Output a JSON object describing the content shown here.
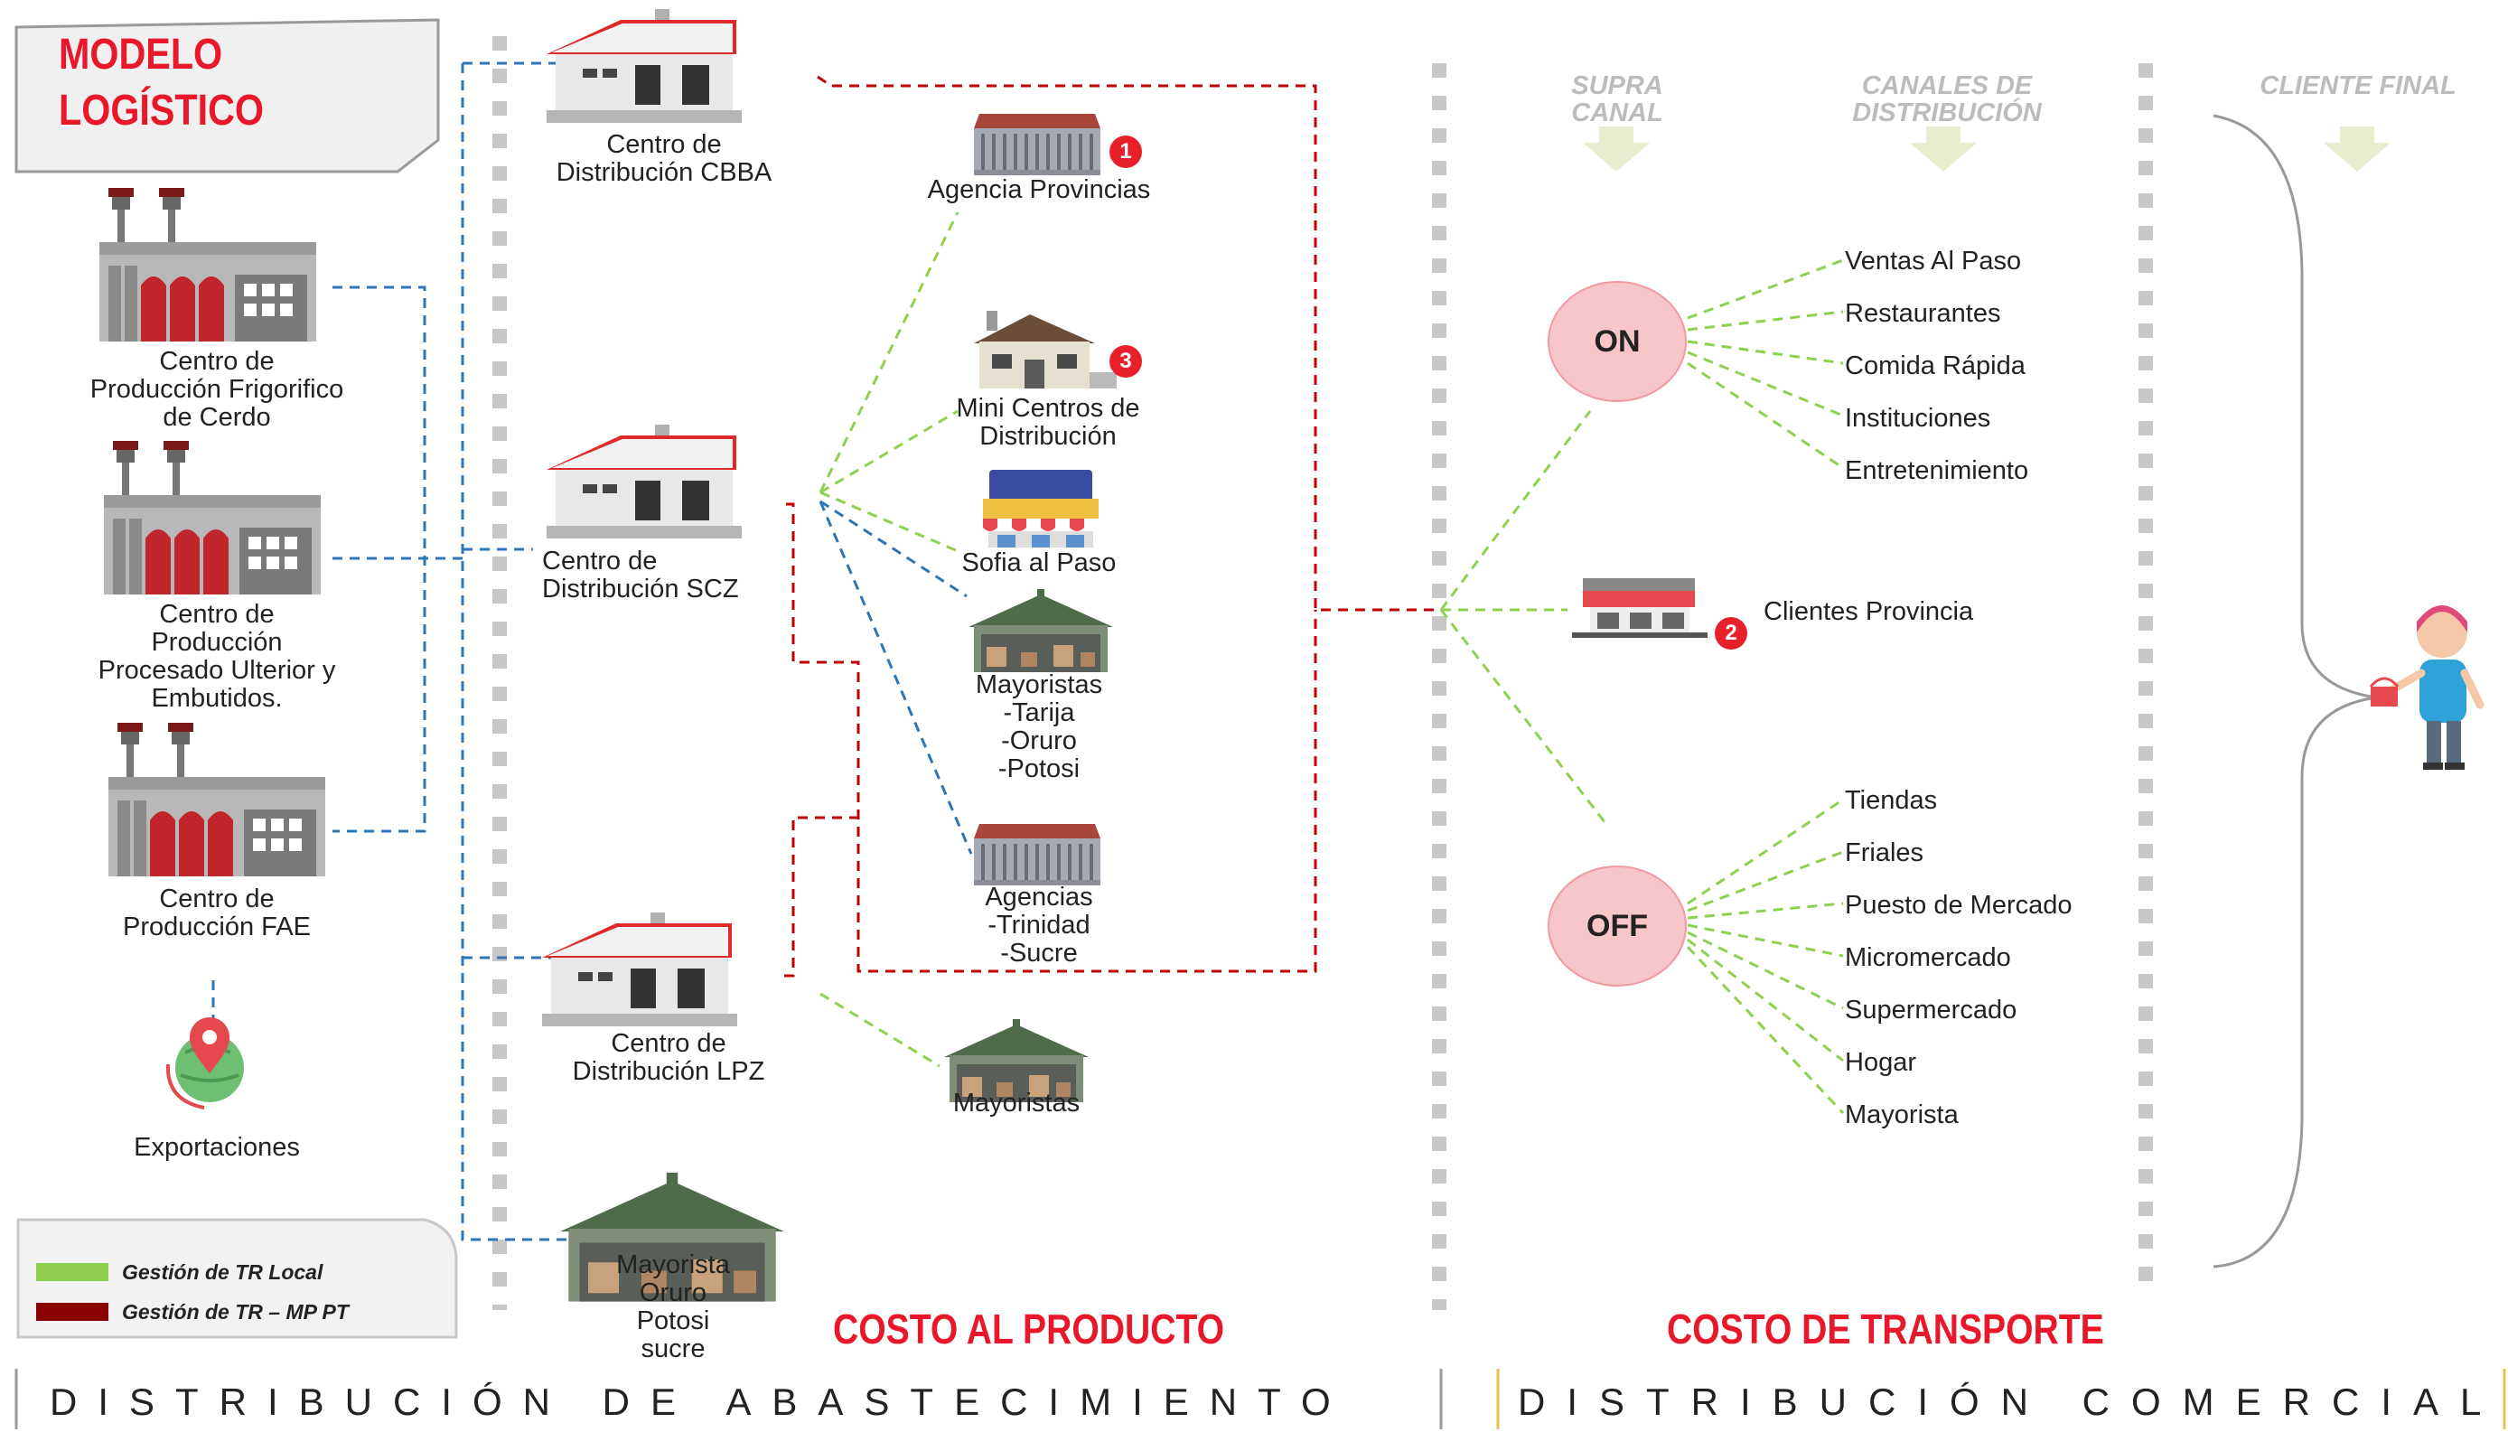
{
  "title": {
    "line1": "MODELO",
    "line2": "LOGÍSTICO"
  },
  "production": [
    {
      "lines": [
        "Centro de",
        "Producción Frigorifico",
        "de Cerdo"
      ]
    },
    {
      "lines": [
        "Centro de",
        "Producción",
        "Procesado Ulterior y",
        "Embutidos."
      ]
    },
    {
      "lines": [
        "Centro de",
        "Producción FAE"
      ]
    }
  ],
  "exportaciones": "Exportaciones",
  "legend": {
    "local": "Gestión de TR Local",
    "mppt": "Gestión de TR – MP PT"
  },
  "distribution_centers": {
    "cbba": [
      "Centro de",
      "Distribución CBBA"
    ],
    "scz": [
      "Centro de",
      "Distribución SCZ"
    ],
    "lpz": [
      "Centro de",
      "Distribución LPZ"
    ]
  },
  "mayorista_bottom": [
    "Mayorista",
    "Oruro",
    "Potosi",
    "sucre"
  ],
  "mid": {
    "agencia_provincias": "Agencia Provincias",
    "mini_centros": [
      "Mini Centros de",
      "Distribución"
    ],
    "sofia": "Sofia al Paso",
    "mayoristas_list": [
      "Mayoristas",
      "-Tarija",
      "-Oruro",
      "-Potosi"
    ],
    "agencias_list": [
      "Agencias",
      "-Trinidad",
      "-Sucre"
    ],
    "mayoristas": "Mayoristas"
  },
  "badges": {
    "one": "1",
    "two": "2",
    "three": "3"
  },
  "headers": {
    "supra": [
      "SUPRA",
      "CANAL"
    ],
    "canales": [
      "CANALES DE",
      "DISTRIBUCIÓN"
    ],
    "cliente": "CLIENTE FINAL"
  },
  "channels": {
    "on": "ON",
    "off": "OFF",
    "on_items": [
      "Ventas Al Paso",
      "Restaurantes",
      "Comida Rápida",
      "Instituciones",
      "Entretenimiento"
    ],
    "clientes_provincia": "Clientes Provincia",
    "off_items": [
      "Tiendas",
      "Friales",
      "Puesto de Mercado",
      "Micromercado",
      "Supermercado",
      "Hogar",
      "Mayorista"
    ]
  },
  "costs": {
    "producto": "COSTO AL PRODUCTO",
    "transporte": "COSTO DE TRANSPORTE"
  },
  "footer": {
    "abastecimiento": "DISTRIBUCIÓN DE ABASTECIMIENTO",
    "comercial": "DISTRIBUCIÓN COMERCIAL"
  },
  "colors": {
    "blue": "#2e75b6",
    "red": "#c00000",
    "green": "#8fd14f",
    "grey": "#c8c8c8",
    "accent": "#e8182a",
    "circle": "#f7c6c8"
  }
}
